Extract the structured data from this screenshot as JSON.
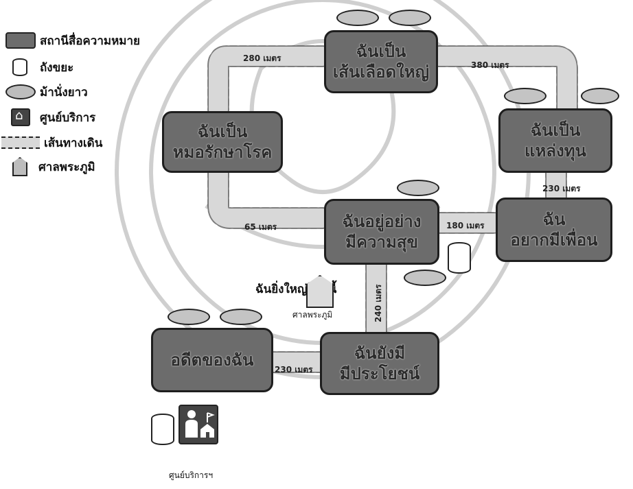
{
  "legend": {
    "station_label": "สถานีสื่อความหมาย",
    "bin_label": "ถังขยะ",
    "bench_label": "ม้านั่งยาว",
    "service_label": "ศูนย์บริการ",
    "path_label": "เส้นทางเดิน",
    "shrine_label": "ศาลพระภูมิ"
  },
  "stations": {
    "blood_vessel": [
      "ฉันเป็น",
      "เส้นเลือดใหญ่"
    ],
    "doctor": [
      "ฉันเป็น",
      "หมอรักษาโรค"
    ],
    "capital": [
      "ฉันเป็น",
      "แหล่งทุน"
    ],
    "happy": [
      "ฉันอยู่อย่าง",
      "มีความสุข"
    ],
    "friend": [
      "ฉัน",
      "อยากมีเพื่อน"
    ],
    "useful": [
      "ฉันยังมี",
      "มีประโยชน์"
    ],
    "past": [
      "อดีตของฉัน"
    ]
  },
  "distances": {
    "d280": "280 เมตร",
    "d380": "380 เมตร",
    "d230_right": "230 เมตร",
    "d65": "65 เมตร",
    "d180": "180 เมตร",
    "d240": "240 เมตร",
    "d230_bottom": "230 เมตร"
  },
  "labels": {
    "big_here": "ฉันยิ่งใหญ่ในที่นี้",
    "shrine_caption": "ศาลพระภูมิ",
    "service_caption": "ศูนย์บริการฯ"
  },
  "colors": {
    "station_fill": "#6c6c6c",
    "path_fill": "#d8d8d8",
    "bench_fill": "#c4c4c4"
  }
}
